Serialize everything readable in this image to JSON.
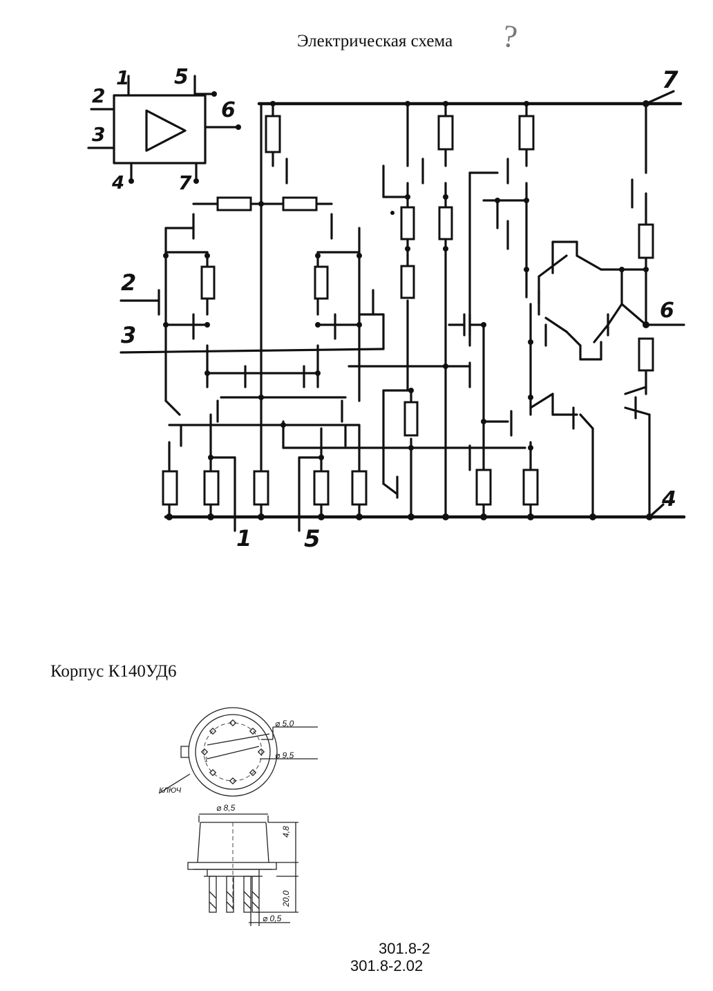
{
  "title": "Электрическая схема",
  "title_mark": "?",
  "symbol": {
    "pins_top": [
      "1",
      "5"
    ],
    "pins_left": [
      "2",
      "3"
    ],
    "pin_right": "6",
    "pins_bottom": [
      "4",
      "7"
    ]
  },
  "schematic": {
    "pin_labels": {
      "vplus": "7",
      "in_inv": "2",
      "in_noninv": "3",
      "out": "6",
      "vminus": "4",
      "offset1": "1",
      "offset2": "5"
    }
  },
  "package": {
    "title": "Корпус К140УД6",
    "dim_inner": "⌀ 5,0",
    "dim_outer": "⌀ 9,5",
    "dim_body": "⌀ 8,5",
    "dim_height": "4,8",
    "dim_lead": "20,0",
    "dim_pin": "⌀ 0,5",
    "key_label": "КЛЮЧ",
    "pin1_mark": "1",
    "codes": [
      "301.8-2",
      "301.8-2.02"
    ]
  }
}
